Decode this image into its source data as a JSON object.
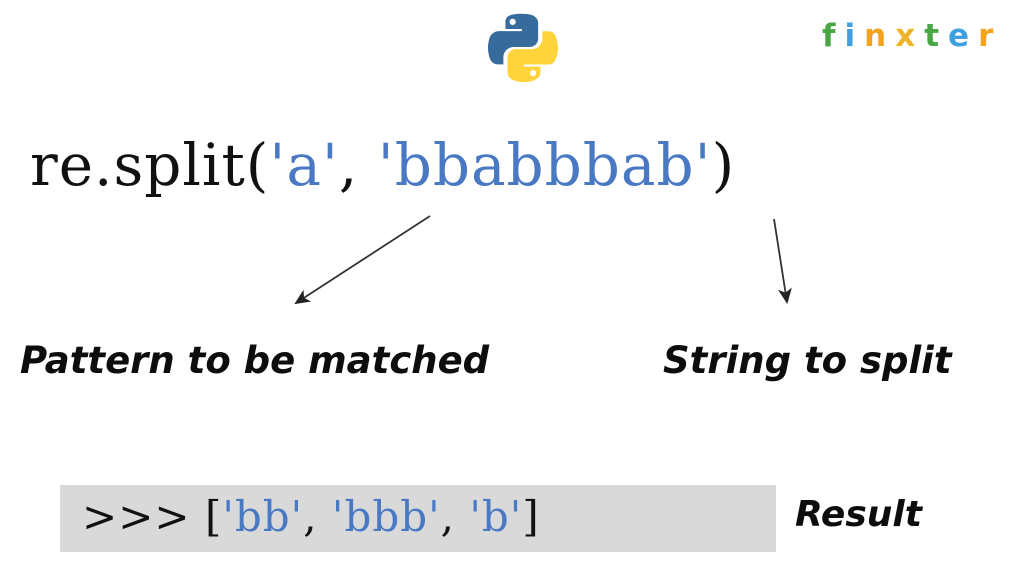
{
  "branding": {
    "python_logo": {
      "name": "python-logo",
      "blue": "#366b9c",
      "yellow": "#ffd martial"
    },
    "finxter": {
      "letters": [
        {
          "char": "f",
          "color": "#4aa544"
        },
        {
          "char": "i",
          "color": "#3fa0e0"
        },
        {
          "char": "n",
          "color": "#f5a21e"
        },
        {
          "char": "x",
          "color": "#f0b429"
        },
        {
          "char": "t",
          "color": "#4aa544"
        },
        {
          "char": "e",
          "color": "#3fa0e0"
        },
        {
          "char": "r",
          "color": "#f5a21e"
        }
      ]
    }
  },
  "code": {
    "call": {
      "prefix": "re.split(",
      "pattern_arg": "'a'",
      "separator": ", ",
      "string_arg": "'bbabbbab'",
      "suffix": ")"
    }
  },
  "annotations": {
    "pattern_label": "Pattern to be matched",
    "string_label": "String to split",
    "result_label": "Result"
  },
  "result": {
    "prompt": ">>> ",
    "open_bracket": "[",
    "items": [
      {
        "value": "'bb'",
        "trailing": ", "
      },
      {
        "value": "'bbb'",
        "trailing": ", "
      },
      {
        "value": "'b'",
        "trailing": ""
      }
    ],
    "close_bracket": "]",
    "background": "#d9d9d9"
  },
  "colors": {
    "string_blue": "#4a79c4",
    "code_black": "#111111",
    "canvas": "#ffffff"
  }
}
